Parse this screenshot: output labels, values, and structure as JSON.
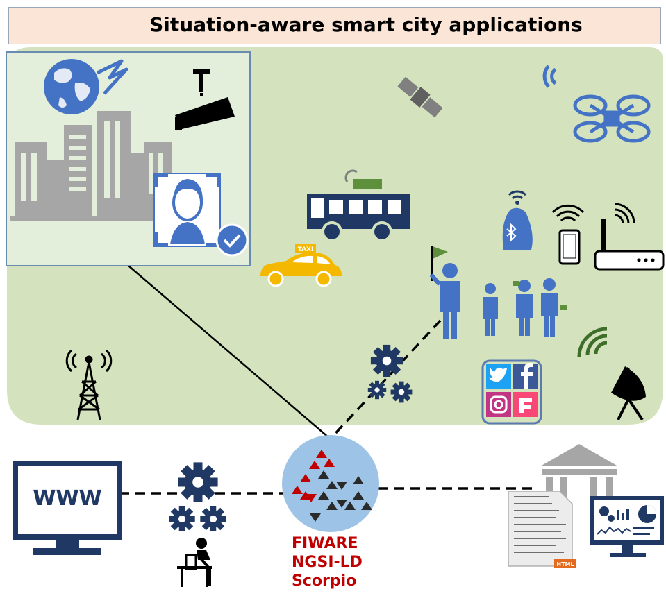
{
  "title": "Situation-aware smart city applications",
  "broker": {
    "line1": "FIWARE",
    "line2": "NGSI-LD",
    "line3": "Scorpio"
  },
  "monitor_text": "WWW",
  "taxi_sign": "TAXI",
  "document_badge": "HTML",
  "colors": {
    "title_background": "#fbe5d6",
    "city_area": "#d4e3bd",
    "inset_panel": "#e3eedb",
    "icon_blue": "#1f3864",
    "accent_blue": "#4472c4",
    "broker_circle": "#9dc3e6",
    "broker_text": "#c00000",
    "taxi": "#f4b800",
    "gray": "#a6a6a6"
  },
  "icons": [
    "globe-icon",
    "cctv-camera-icon",
    "city-buildings-icon",
    "face-recognition-icon",
    "satellite-icon",
    "drone-icon",
    "bus-icon",
    "taxi-icon",
    "bluetooth-beacon-icon",
    "smartphone-icon",
    "wifi-router-icon",
    "tour-group-icon",
    "social-media-icon",
    "radio-tower-icon",
    "satellite-dish-icon",
    "gears-icon",
    "web-monitor-icon",
    "developer-icon",
    "institution-icon",
    "html-document-icon",
    "dashboard-monitor-icon",
    "fiware-logo-icon"
  ]
}
